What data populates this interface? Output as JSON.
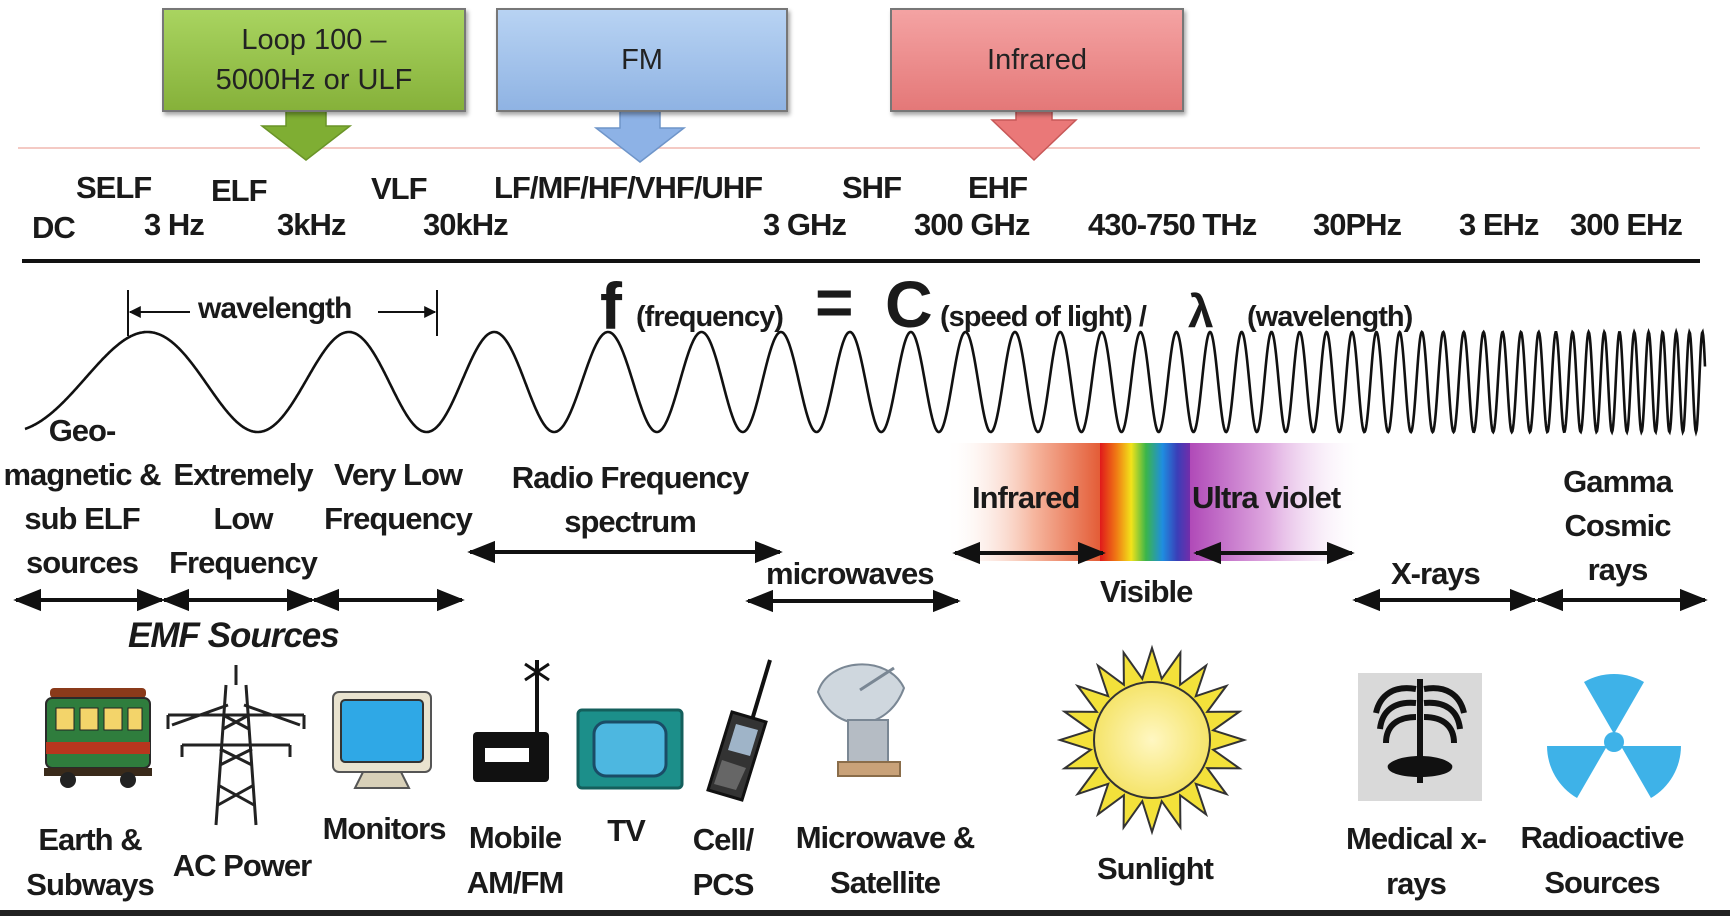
{
  "callouts": {
    "loop": "Loop 100 – 5000Hz or ULF",
    "fm": "FM",
    "infrared": "Infrared"
  },
  "bands": {
    "self": "SELF",
    "elf": "ELF",
    "vlf": "VLF",
    "lf_uhf": "LF/MF/HF/VHF/UHF",
    "shf": "SHF",
    "ehf": "EHF"
  },
  "frequencies": {
    "dc": "DC",
    "f3hz": "3 Hz",
    "f3khz": "3kHz",
    "f30khz": "30kHz",
    "f3ghz": "3 GHz",
    "f300ghz": "300 GHz",
    "f430_750thz": "430-750 THz",
    "f30phz": "30PHz",
    "f3ehz": "3 EHz",
    "f300ehz": "300 EHz"
  },
  "wavelength_label": "wavelength",
  "formula": {
    "f": "f",
    "f_sub": "(frequency)",
    "eq": "=",
    "c": "C",
    "c_sub": "(speed of light) /",
    "lambda": "λ",
    "lambda_sub": "(wavelength)"
  },
  "categories": {
    "geomagnetic": "Geo- magnetic & sub ELF sources",
    "extremely_low": "Extremely Low Frequency",
    "very_low": "Very Low Frequency",
    "radio": "Radio Frequency spectrum",
    "microwaves": "microwaves",
    "infrared": "Infrared",
    "ultraviolet": "Ultra violet",
    "visible": "Visible",
    "xrays": "X-rays",
    "gamma": "Gamma Cosmic rays"
  },
  "emf_title": "EMF Sources",
  "sources": {
    "earth": "Earth & Subways",
    "ac_power": "AC Power",
    "monitors": "Monitors",
    "mobile": "Mobile AM/FM",
    "tv": "TV",
    "cell": "Cell/ PCS",
    "microwave_sat": "Microwave & Satellite",
    "sunlight": "Sunlight",
    "medical": "Medical x-rays",
    "radioactive": "Radioactive Sources"
  },
  "icons": [
    "trolley-icon",
    "power-tower-icon",
    "monitor-icon",
    "radio-icon",
    "tv-icon",
    "cell-phone-icon",
    "satellite-dish-icon",
    "sun-icon",
    "xray-icon",
    "radiation-icon"
  ],
  "colors": {
    "green": "#95c04a",
    "blue": "#a5c4ec",
    "red": "#ec8a8a",
    "gray_panel": "#d9d9d9"
  }
}
